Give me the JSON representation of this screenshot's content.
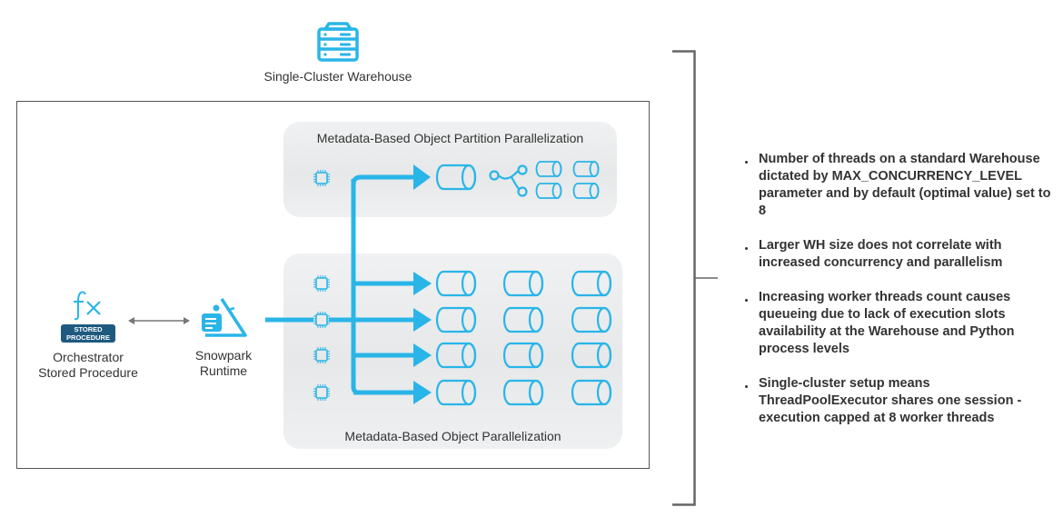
{
  "warehouse": {
    "icon": "server-rack-icon",
    "title": "Single-Cluster Warehouse"
  },
  "orchestrator": {
    "icon": "function-fx-icon",
    "badge_line1": "STORED",
    "badge_line2": "PROCEDURE",
    "label_line1": "Orchestrator",
    "label_line2": "Stored Procedure"
  },
  "connector": {
    "icon": "bidirectional-arrow-icon"
  },
  "runtime": {
    "icon": "snowpark-mountain-icon",
    "label_line1": "Snowpark",
    "label_line2": "Runtime"
  },
  "partition_panel": {
    "title": "Metadata-Based Object Partition Parallelization",
    "cpu_count": 1,
    "partitions": 4
  },
  "object_panel": {
    "title": "Metadata-Based Object Parallelization",
    "cpu_count": 4,
    "rows": 4,
    "cols": 3
  },
  "colors": {
    "accent": "#29b5e8",
    "badge": "#1e5a80",
    "text": "#333333",
    "panel": "#e9ebec",
    "bracket": "#666666"
  },
  "notes": [
    "Number of threads on a standard Warehouse dictated by MAX_CONCURRENCY_LEVEL parameter and by default (optimal value) set to 8",
    "Larger WH size does not correlate with increased concurrency and parallelism",
    "Increasing worker threads count causes queueing due to lack of execution slots availability at the Warehouse and Python process levels",
    "Single-cluster setup means ThreadPoolExecutor shares one session - execution capped at 8 worker threads"
  ]
}
